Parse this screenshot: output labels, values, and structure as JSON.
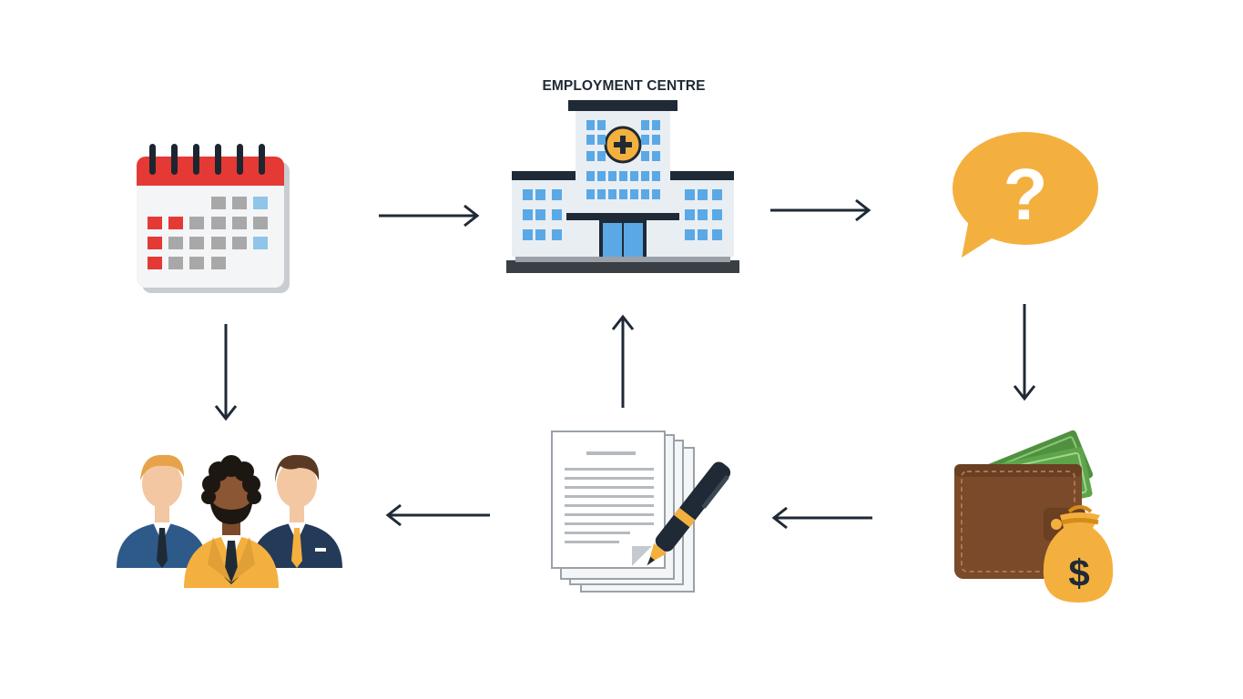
{
  "diagram": {
    "building_label": "EMPLOYMENT CENTRE",
    "nodes": [
      {
        "id": "calendar",
        "icon": "calendar-icon"
      },
      {
        "id": "employment-centre",
        "icon": "building-icon"
      },
      {
        "id": "question",
        "icon": "question-speech-bubble-icon"
      },
      {
        "id": "wallet",
        "icon": "wallet-money-bag-icon"
      },
      {
        "id": "documents",
        "icon": "signed-documents-icon"
      },
      {
        "id": "people",
        "icon": "group-of-people-icon"
      }
    ],
    "edges": [
      {
        "from": "calendar",
        "to": "employment-centre"
      },
      {
        "from": "employment-centre",
        "to": "question"
      },
      {
        "from": "question",
        "to": "wallet"
      },
      {
        "from": "wallet",
        "to": "documents"
      },
      {
        "from": "documents",
        "to": "employment-centre"
      },
      {
        "from": "documents",
        "to": "people"
      },
      {
        "from": "calendar",
        "to": "people"
      }
    ],
    "colors": {
      "arrow": "#1f2a36",
      "calendar_red": "#e53935",
      "building_blue": "#5aa9e6",
      "accent_orange": "#f4b03e",
      "wallet_brown": "#7a4a2a",
      "cash_green": "#5ea54a"
    }
  }
}
